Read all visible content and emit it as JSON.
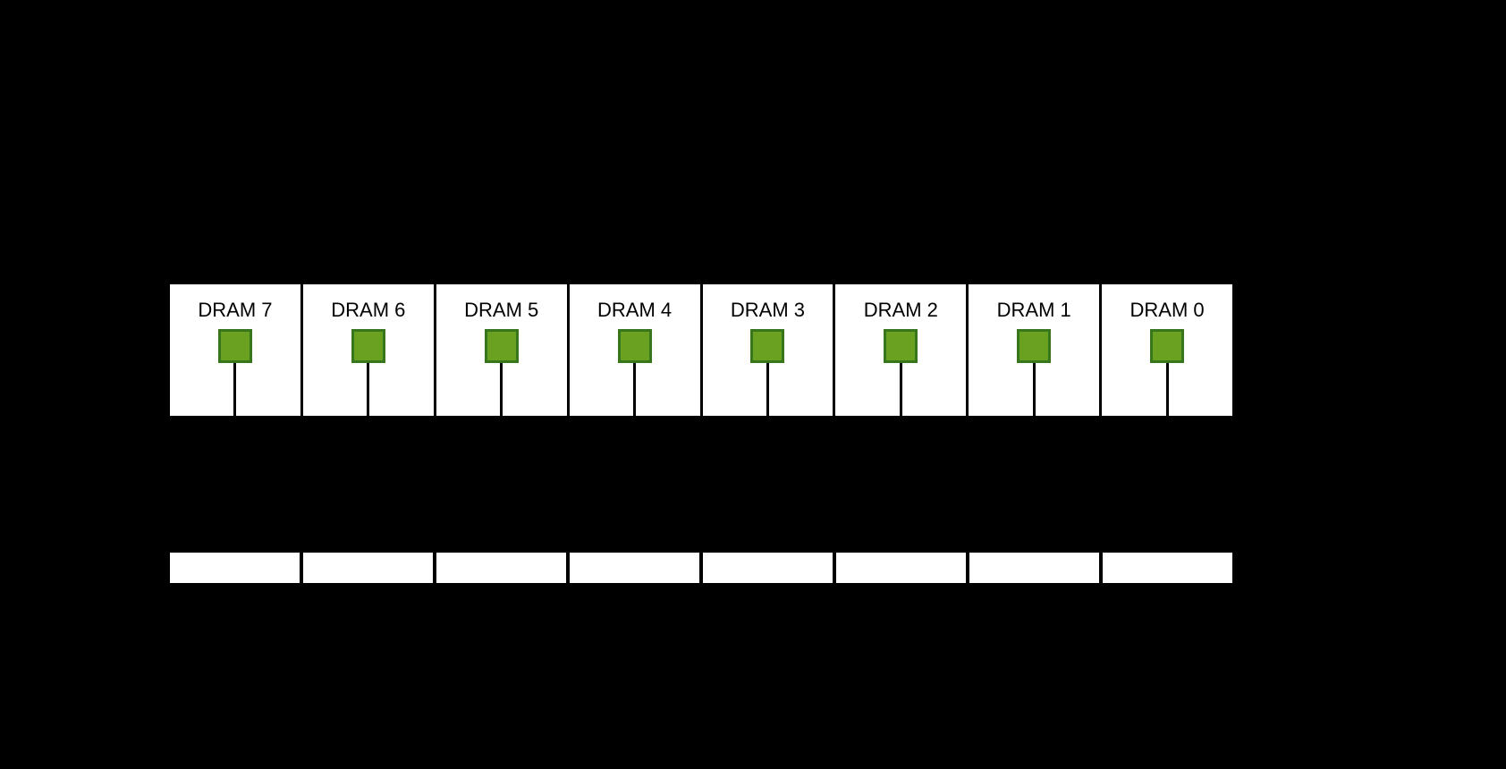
{
  "diagram": {
    "dram_boxes": [
      {
        "label": "DRAM 7"
      },
      {
        "label": "DRAM 6"
      },
      {
        "label": "DRAM 5"
      },
      {
        "label": "DRAM 4"
      },
      {
        "label": "DRAM 3"
      },
      {
        "label": "DRAM 2"
      },
      {
        "label": "DRAM 1"
      },
      {
        "label": "DRAM 0"
      }
    ],
    "bottom_strip_count": 8,
    "colors": {
      "background": "#000000",
      "box_background": "#ffffff",
      "chip_fill": "#6aa121",
      "chip_border": "#38761d",
      "connector_line": "#000000",
      "label_color": "#000000"
    }
  }
}
